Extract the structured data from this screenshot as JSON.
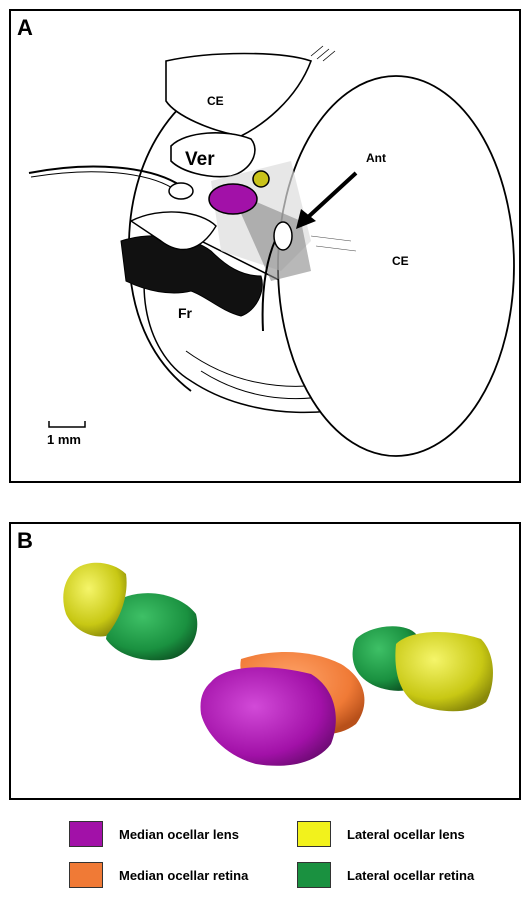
{
  "panel_a": {
    "letter": "A",
    "labels": {
      "ce_top": "CE",
      "ver": "Ver",
      "ant": "Ant",
      "ce_right": "CE",
      "fr": "Fr"
    },
    "scale_bar_label": "1 mm"
  },
  "panel_b": {
    "letter": "B"
  },
  "legend": {
    "items": [
      {
        "label": "Median ocellar lens",
        "color": "#a211a8"
      },
      {
        "label": "Lateral ocellar lens",
        "color": "#f2f21c"
      },
      {
        "label": "Median ocellar retina",
        "color": "#f07a36"
      },
      {
        "label": "Lateral ocellar retina",
        "color": "#1a9140"
      }
    ]
  },
  "colors": {
    "median_lens": "#a211a8",
    "lateral_lens": "#c8c814",
    "median_retina": "#f07a36",
    "lateral_retina": "#1a9140",
    "lateral_ocellus_drawing": "#c9c21a"
  }
}
